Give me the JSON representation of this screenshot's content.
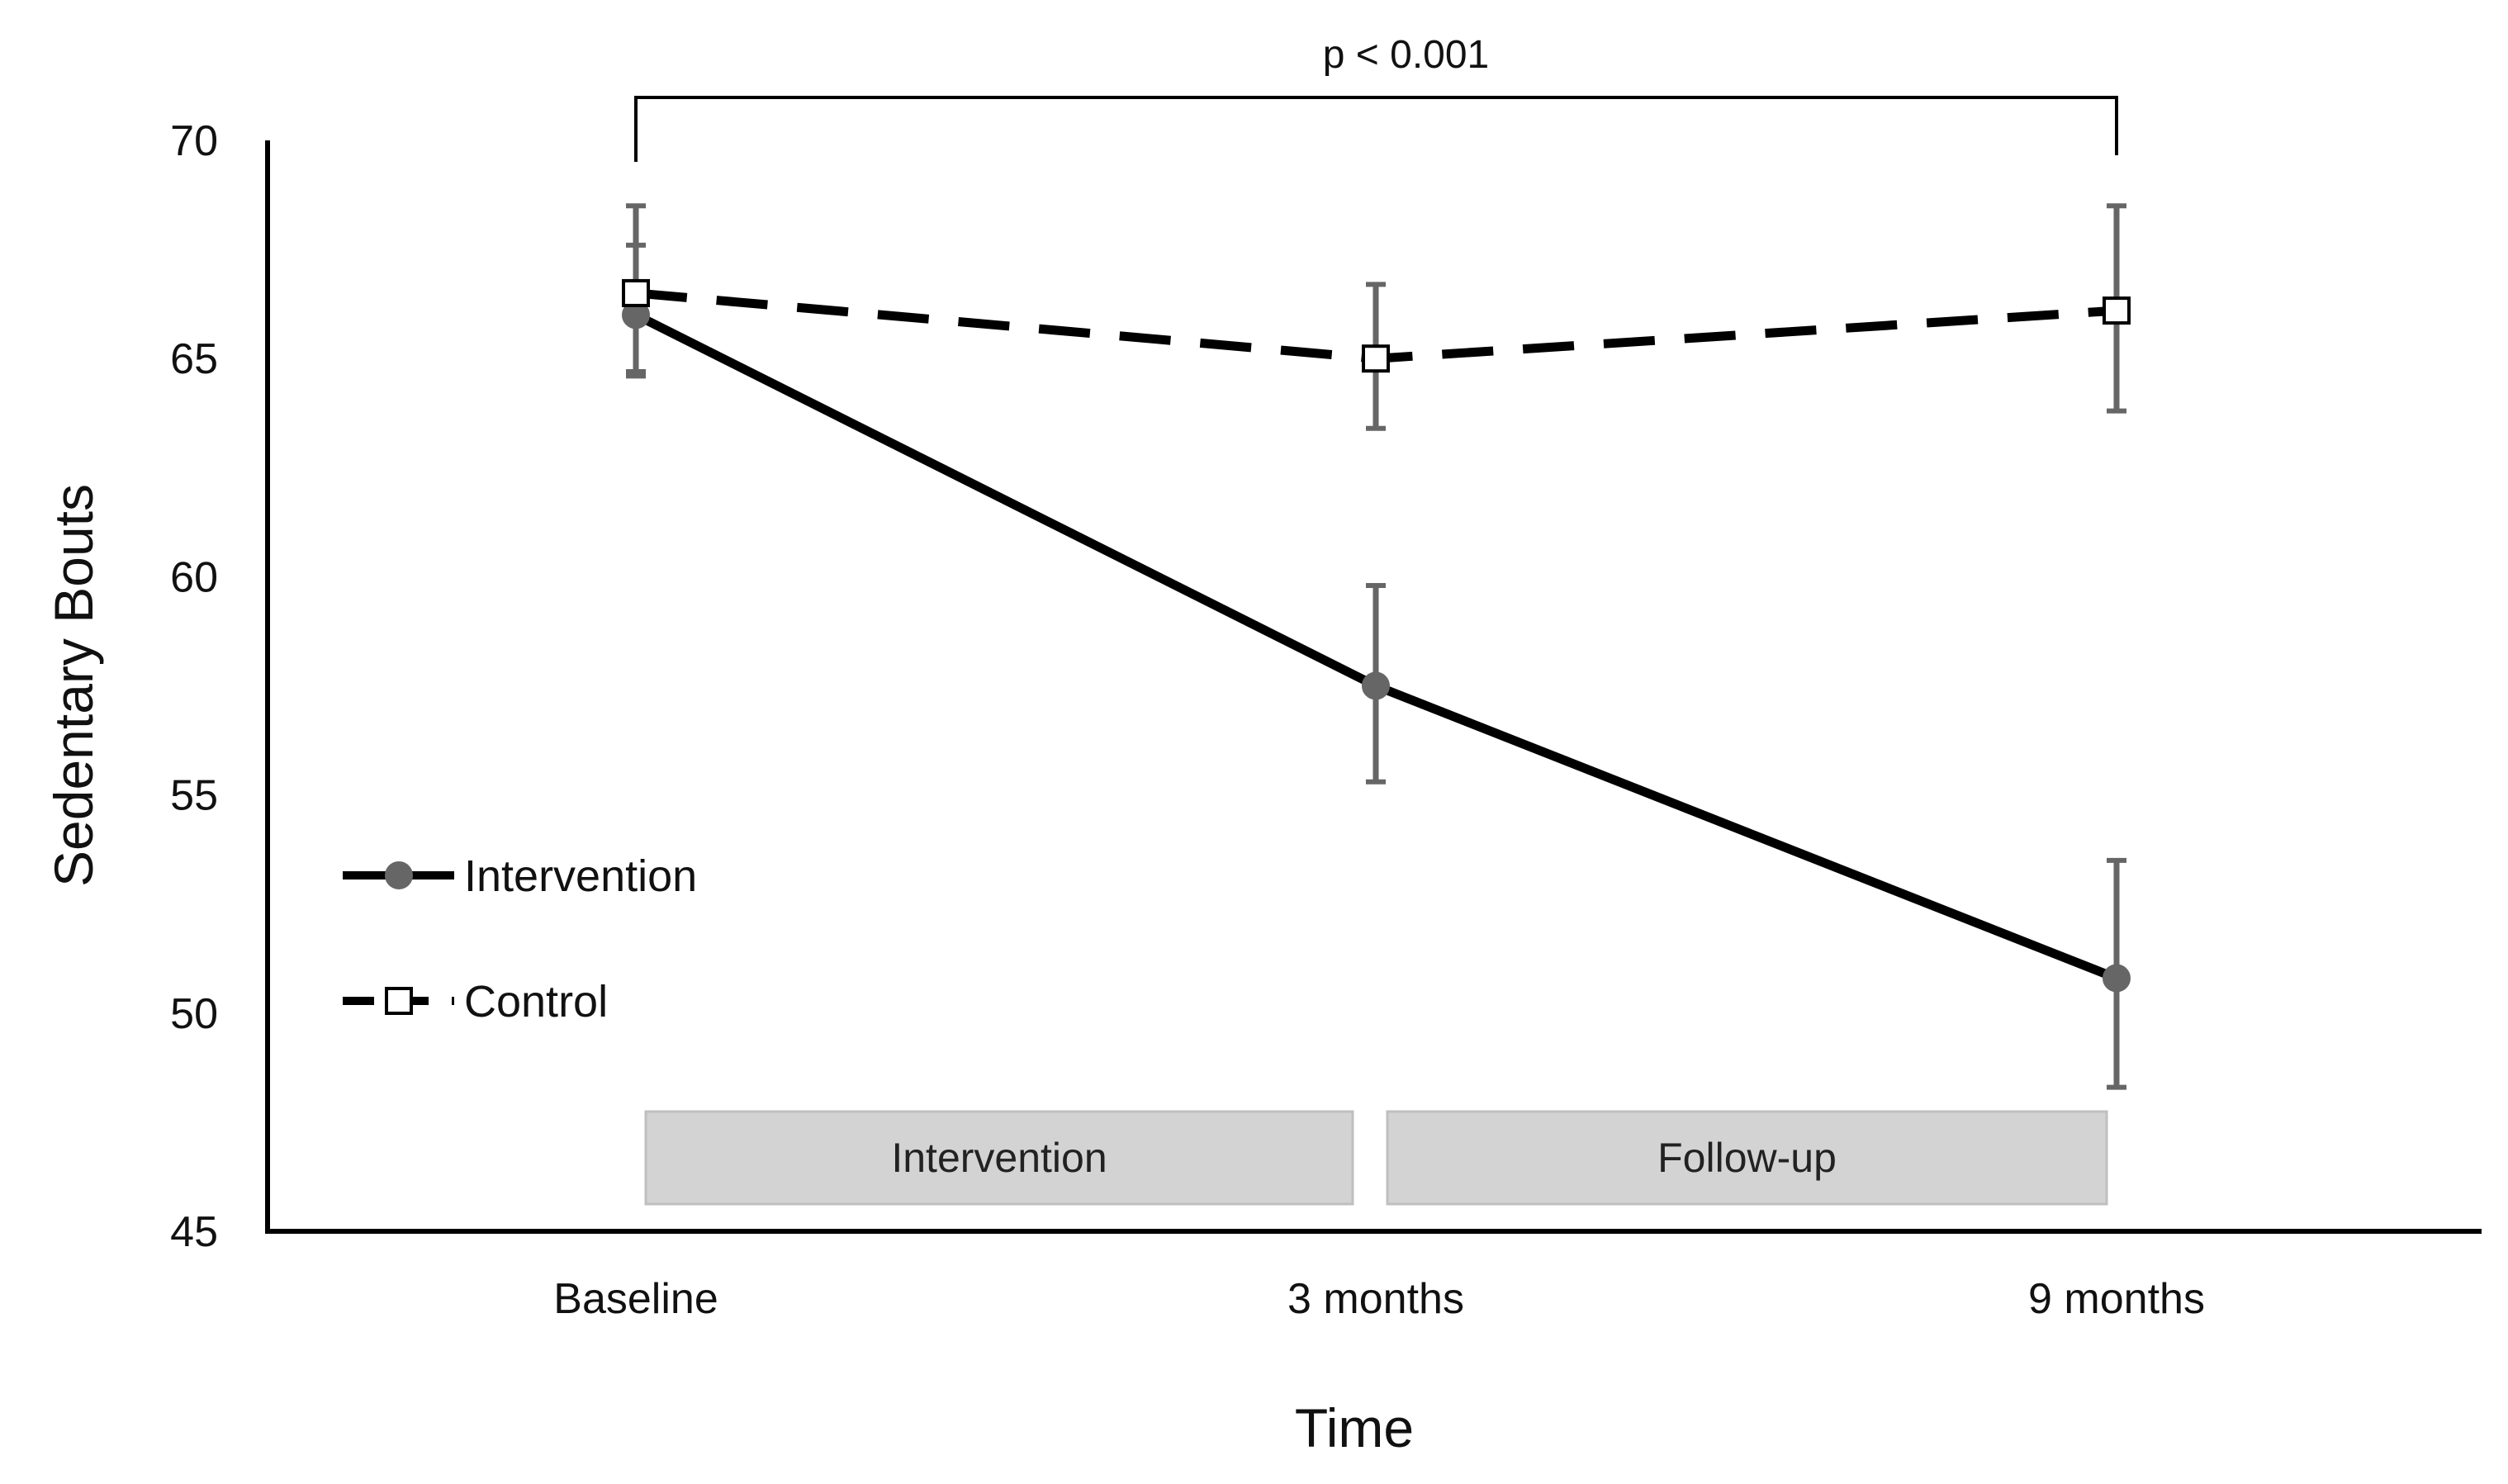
{
  "chart_data": {
    "type": "line",
    "title": "",
    "xlabel": "Time",
    "ylabel": "Sedentary Bouts",
    "categories": [
      "Baseline",
      "3 months",
      "9 months"
    ],
    "ylim": [
      45,
      70
    ],
    "yticks": [
      45,
      50,
      55,
      60,
      65,
      70
    ],
    "grid": false,
    "legend_position": "left",
    "series": [
      {
        "name": "Intervention",
        "values": [
          66.0,
          57.5,
          50.8
        ],
        "err_low": [
          64.6,
          55.3,
          48.3
        ],
        "err_high": [
          67.6,
          59.8,
          53.5
        ],
        "line_style": "solid",
        "marker": "filled-circle",
        "line_color": "#000000",
        "marker_color": "#666666"
      },
      {
        "name": "Control",
        "values": [
          66.5,
          65.0,
          66.1
        ],
        "err_low": [
          64.7,
          63.4,
          63.8
        ],
        "err_high": [
          68.5,
          66.7,
          68.5
        ],
        "line_style": "dashed",
        "marker": "open-square",
        "line_color": "#000000",
        "marker_color": "#ffffff"
      }
    ],
    "phases": [
      {
        "label": "Intervention",
        "from": "Baseline",
        "to": "3 months"
      },
      {
        "label": "Follow-up",
        "from": "3 months",
        "to": "9 months"
      }
    ],
    "annotations": [
      {
        "text": "p < 0.001",
        "from": "Baseline",
        "to": "9 months"
      }
    ],
    "colors": {
      "errorbar": "#666666",
      "phase_fill": "#d3d3d3",
      "phase_stroke": "#bfbfbf"
    }
  }
}
